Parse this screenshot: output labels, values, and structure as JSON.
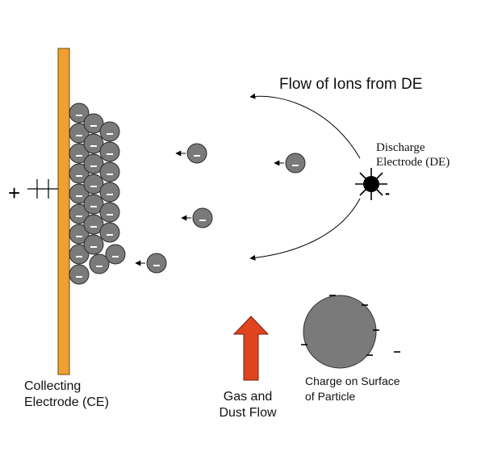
{
  "labels": {
    "flow_of_ions": "Flow of Ions from DE",
    "discharge_electrode_line1": "Discharge",
    "discharge_electrode_line2": "Electrode (DE)",
    "collecting_electrode_line1": "Collecting",
    "collecting_electrode_line2": "Electrode (CE)",
    "gas_flow_line1": "Gas and",
    "gas_flow_line2": "Dust Flow",
    "charge_surface_line1": "Charge on Surface",
    "charge_surface_line2": "of Particle"
  },
  "symbols": {
    "positive": "+",
    "negative": "-"
  },
  "colors": {
    "collecting_electrode": "#f0a030",
    "particle": "#7a7a7a",
    "gas_arrow": "#e0441e",
    "discharge_electrode": "#000000",
    "line": "#000000"
  }
}
